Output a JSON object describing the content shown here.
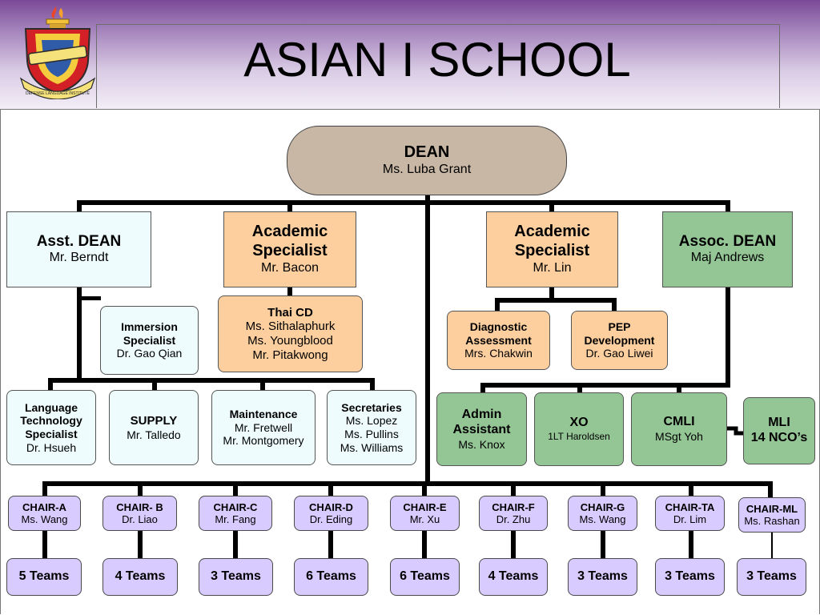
{
  "title": "ASIAN I SCHOOL",
  "colors": {
    "header_top": "#7a4a97",
    "blue_box": "#eefcfe",
    "peach_box": "#fdcf9f",
    "green_box": "#94c595",
    "lavender_box": "#d8cbff",
    "dean_box": "#c8b7a5",
    "connector": "#000000"
  },
  "crest": {
    "icon": "crest-icon",
    "motto": "DEFENSE LANGUAGE INSTITUTE"
  },
  "dean": {
    "title": "DEAN",
    "name": "Ms. Luba Grant"
  },
  "asst_dean": {
    "title": "Asst. DEAN",
    "name": "Mr. Berndt"
  },
  "academic_specialist_1": {
    "title_line1": "Academic",
    "title_line2": "Specialist",
    "name": "Mr. Bacon"
  },
  "academic_specialist_2": {
    "title_line1": "Academic",
    "title_line2": "Specialist",
    "name": "Mr. Lin"
  },
  "assoc_dean": {
    "title": "Assoc. DEAN",
    "name": "Maj Andrews"
  },
  "immersion": {
    "title_line1": "Immersion",
    "title_line2": "Specialist",
    "name": "Dr. Gao Qian"
  },
  "thai_cd": {
    "title": "Thai CD",
    "names": [
      "Ms. Sithalaphurk",
      "Ms. Youngblood",
      "Mr. Pitakwong"
    ]
  },
  "diagnostic": {
    "title_line1": "Diagnostic",
    "title_line2": "Assessment",
    "name": "Mrs. Chakwin"
  },
  "pep": {
    "title_line1": "PEP",
    "title_line2": "Development",
    "name": "Dr. Gao Liwei"
  },
  "lang_tech": {
    "title_line1": "Language",
    "title_line2": "Technology",
    "title_line3": "Specialist",
    "name": "Dr. Hsueh"
  },
  "supply": {
    "title": "SUPPLY",
    "name": "Mr. Talledo"
  },
  "maintenance": {
    "title": "Maintenance",
    "names": [
      "Mr. Fretwell",
      "Mr. Montgomery"
    ]
  },
  "secretaries": {
    "title": "Secretaries",
    "names": [
      "Ms. Lopez",
      "Ms. Pullins",
      "Ms. Williams"
    ]
  },
  "admin_assistant": {
    "title_line1": "Admin",
    "title_line2": "Assistant",
    "name": "Ms. Knox"
  },
  "xo": {
    "title": "XO",
    "name": "1LT Haroldsen"
  },
  "cmli": {
    "title": "CMLI",
    "name": "MSgt Yoh"
  },
  "mli": {
    "title": "MLI",
    "subtitle": "14 NCO’s"
  },
  "chairs": [
    {
      "title": "CHAIR-A",
      "name": "Ms. Wang",
      "teams": "5 Teams"
    },
    {
      "title": "CHAIR- B",
      "name": "Dr. Liao",
      "teams": "4 Teams"
    },
    {
      "title": "CHAIR-C",
      "name": "Mr. Fang",
      "teams": "3 Teams"
    },
    {
      "title": "CHAIR-D",
      "name": "Dr. Eding",
      "teams": "6 Teams"
    },
    {
      "title": "CHAIR-E",
      "name": "Mr. Xu",
      "teams": "6 Teams"
    },
    {
      "title": "CHAIR-F",
      "name": "Dr. Zhu",
      "teams": "4 Teams"
    },
    {
      "title": "CHAIR-G",
      "name": "Ms. Wang",
      "teams": "3 Teams"
    },
    {
      "title": "CHAIR-TA",
      "name": "Dr. Lim",
      "teams": "3 Teams"
    },
    {
      "title": "CHAIR-ML",
      "name": "Ms. Rashan",
      "teams": "3 Teams"
    }
  ]
}
